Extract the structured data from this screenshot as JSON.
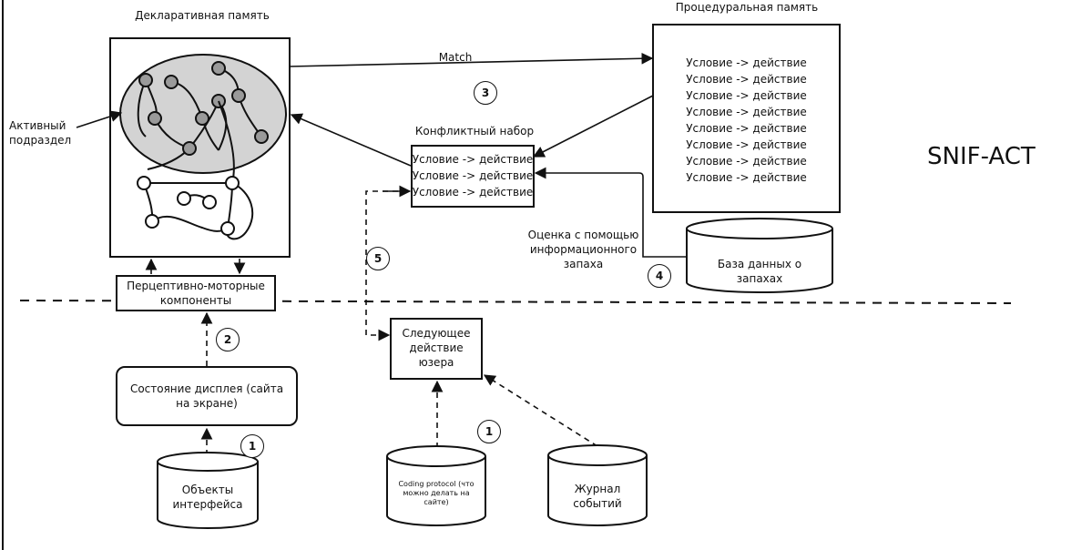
{
  "diagram": {
    "title": "SNIF-ACT",
    "declarative": {
      "title": "Декларативная память",
      "active_label": "Активный подраздел"
    },
    "procedural": {
      "title": "Процедуральная память",
      "rules": [
        "Условие -> действие",
        "Условие -> действие",
        "Условие -> действие",
        "Условие -> действие",
        "Условие -> действие",
        "Условие -> действие",
        "Условие -> действие",
        "Условие -> действие"
      ]
    },
    "conflict": {
      "title": "Конфликтный набор",
      "rules": [
        "Условие -> действие",
        "Условие -> действие",
        "Условие -> действие"
      ]
    },
    "match_label": "Match",
    "perceptual": "Перцептивно-моторные компоненты",
    "display_state": "Состояние дисплея (сайта на экране)",
    "interface_objects": "Объекты интерфейса",
    "next_action": "Следующее действие юзера",
    "coding_protocol": "Coding protocol (что можно делать на сайте)",
    "event_log": "Журнал событий",
    "smell_db": "База данных о запахах",
    "scent_eval": "Оценка с помощью информационного запаха",
    "steps": {
      "s1a": "1",
      "s1b": "1",
      "s2": "2",
      "s3": "3",
      "s4": "4",
      "s5": "5"
    }
  }
}
